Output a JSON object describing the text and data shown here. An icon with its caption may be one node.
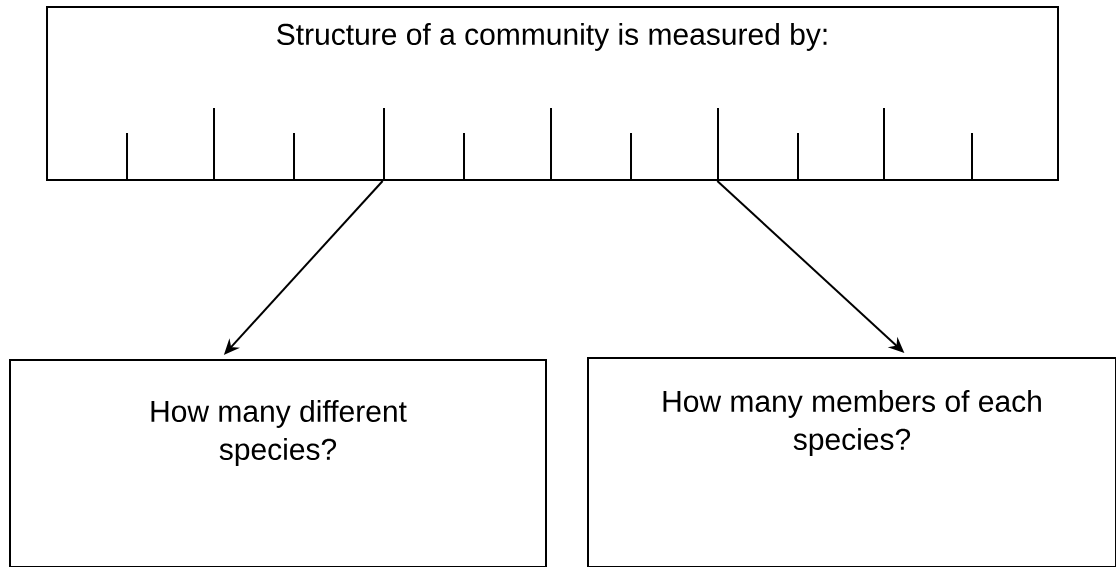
{
  "diagram": {
    "nodes": [
      {
        "text": [
          "Structure of a community is measured by:"
        ]
      },
      {
        "text": [
          "How many different species?"
        ]
      },
      {
        "text": [
          "How many members of each species?"
        ]
      }
    ],
    "edges": [
      {
        "from": 0,
        "to": 1,
        "arrow": "to"
      },
      {
        "from": 0,
        "to": 2,
        "arrow": "to"
      }
    ]
  }
}
